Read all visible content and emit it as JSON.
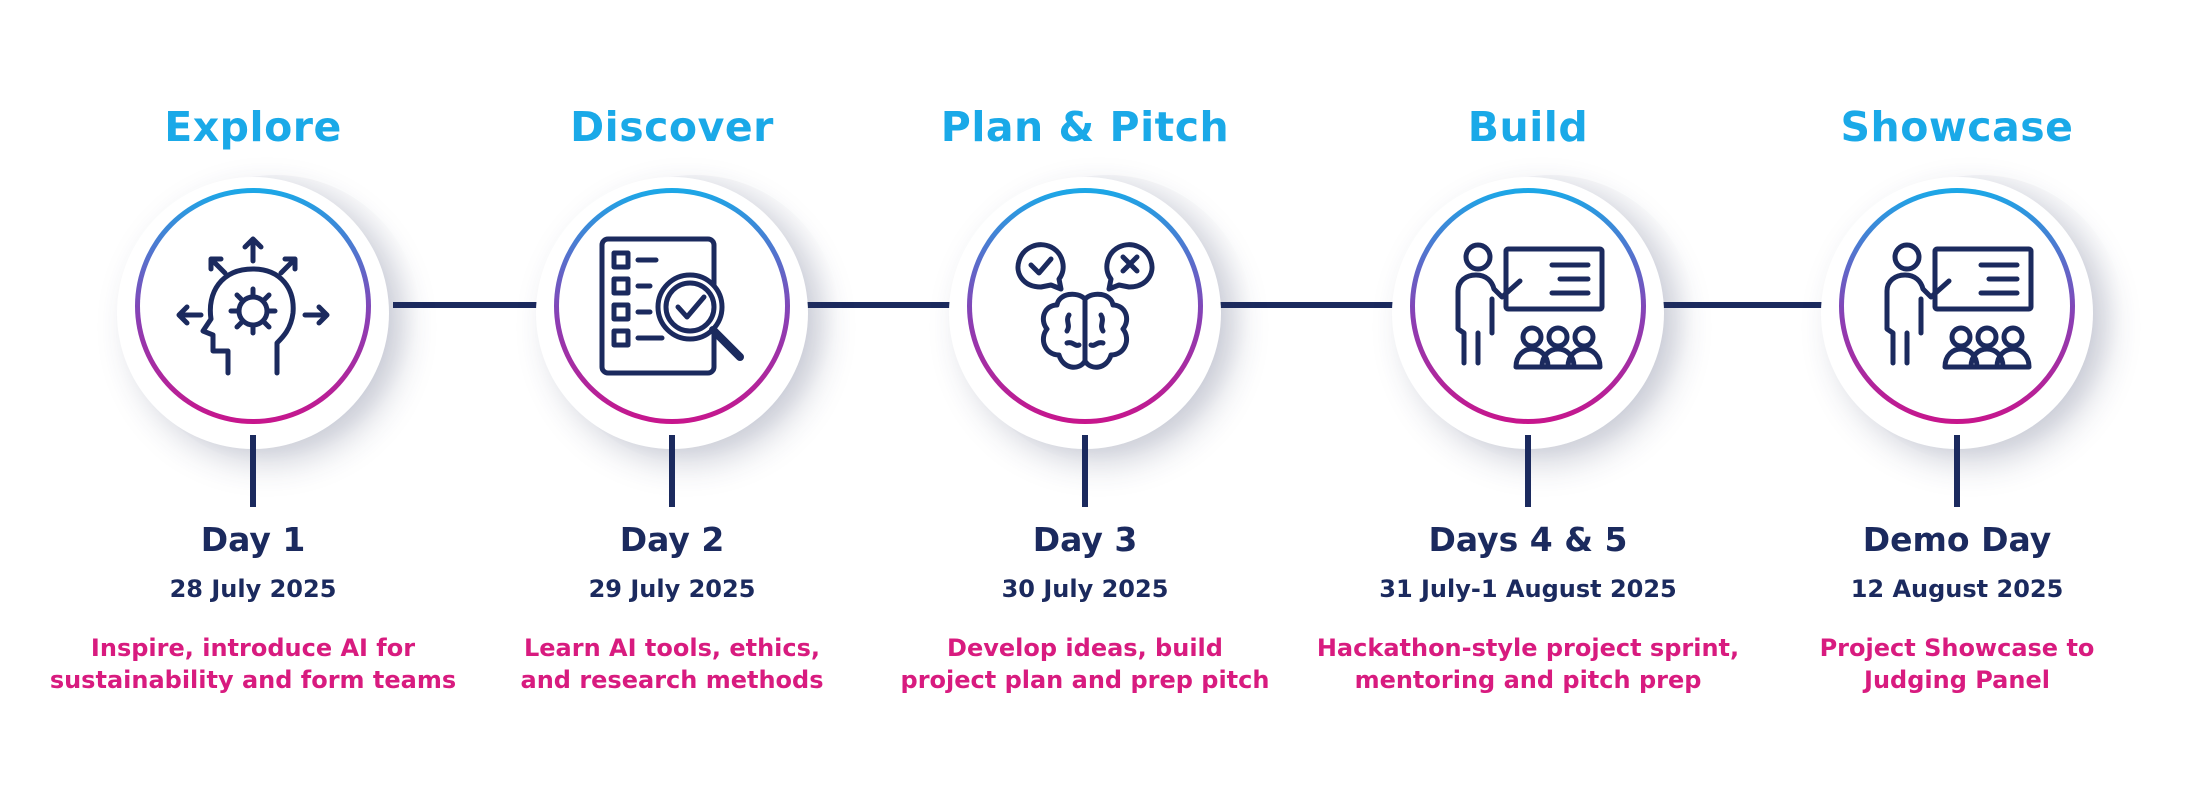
{
  "colors": {
    "title": "#1aa9e8",
    "navy": "#1b2a5e",
    "description": "#d81b7f",
    "ring_gradient": [
      "#1aa9e8",
      "#8a3fb4",
      "#c8158c"
    ]
  },
  "stages": [
    {
      "title": "Explore",
      "icon": "head-gear-arrows-icon",
      "day": "Day 1",
      "date": "28 July 2025",
      "description": [
        "Inspire, introduce AI for",
        "sustainability and form teams"
      ]
    },
    {
      "title": "Discover",
      "icon": "checklist-magnifier-icon",
      "day": "Day 2",
      "date": "29 July 2025",
      "description": [
        "Learn AI tools, ethics,",
        "and research methods"
      ]
    },
    {
      "title": "Plan & Pitch",
      "icon": "brain-check-cross-icon",
      "day": "Day 3",
      "date": "30 July 2025",
      "description": [
        "Develop ideas, build",
        "project plan and prep pitch"
      ]
    },
    {
      "title": "Build",
      "icon": "presenter-audience-icon",
      "day": "Days 4 & 5",
      "date": "31 July-1 August 2025",
      "description": [
        "Hackathon-style project sprint,",
        "mentoring and pitch prep"
      ]
    },
    {
      "title": "Showcase",
      "icon": "presenter-audience-icon",
      "day": "Demo Day",
      "date": "12 August 2025",
      "description": [
        "Project Showcase to",
        "Judging Panel"
      ]
    }
  ]
}
